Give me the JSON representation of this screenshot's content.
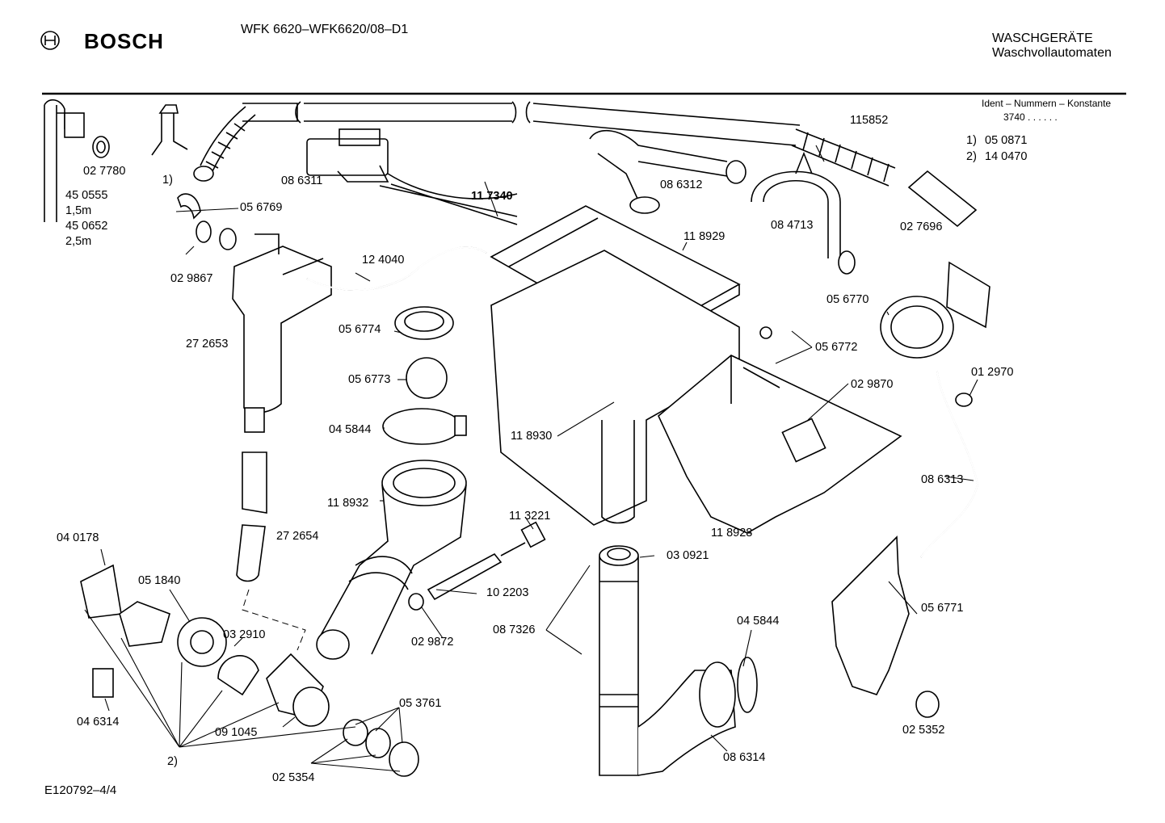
{
  "header": {
    "brand": "BOSCH",
    "model": "WFK 6620–WFK6620/08–D1",
    "category_line1": "WASCHGERÄTE",
    "category_line2": "Waschvollautomaten"
  },
  "ident_box": {
    "title": "Ident – Nummern – Konstante",
    "constant": "3740 . . . . . .",
    "notes": [
      {
        "marker": "1)",
        "value": "05 0871"
      },
      {
        "marker": "2)",
        "value": "14 0470"
      }
    ]
  },
  "parts": {
    "p027780": "02 7780",
    "p450555": "45 0555",
    "len15": "1,5m",
    "p450652": "45 0652",
    "len25": "2,5m",
    "marker1": "1)",
    "p056769": "05 6769",
    "p029867_a": "02 9867",
    "p086311": "08 6311",
    "p117340": "11 7340",
    "p086312": "08 6312",
    "p115852": "115852",
    "p027696": "02 7696",
    "p084713": "08 4713",
    "p118929": "11 8929",
    "p124040": "12 4040",
    "p272653": "27 2653",
    "p056774": "05 6774",
    "p056773": "05 6773",
    "p045844_a": "04 5844",
    "p118930": "11 8930",
    "p056770": "05 6770",
    "p056772": "05 6772",
    "p029870": "02 9870",
    "p012970": "01 2970",
    "p086313": "08 6313",
    "p118932": "11 8932",
    "p272654": "27 2654",
    "p113221": "11 3221",
    "p118928": "11 8928",
    "p030921": "03 0921",
    "p040178": "04 0178",
    "p051840": "05 1840",
    "p102203": "10 2203",
    "p087326": "08 7326",
    "p029872": "02 9872",
    "p045844_b": "04 5844",
    "p056771": "05 6771",
    "p032910": "03 2910",
    "p046314": "04 6314",
    "p091045": "09 1045",
    "p053761": "05 3761",
    "p086314": "08 6314",
    "p025352": "02 5352",
    "marker2": "2)",
    "p025354": "02 5354"
  },
  "footer": {
    "drawing_id": "E120792–4/4"
  }
}
